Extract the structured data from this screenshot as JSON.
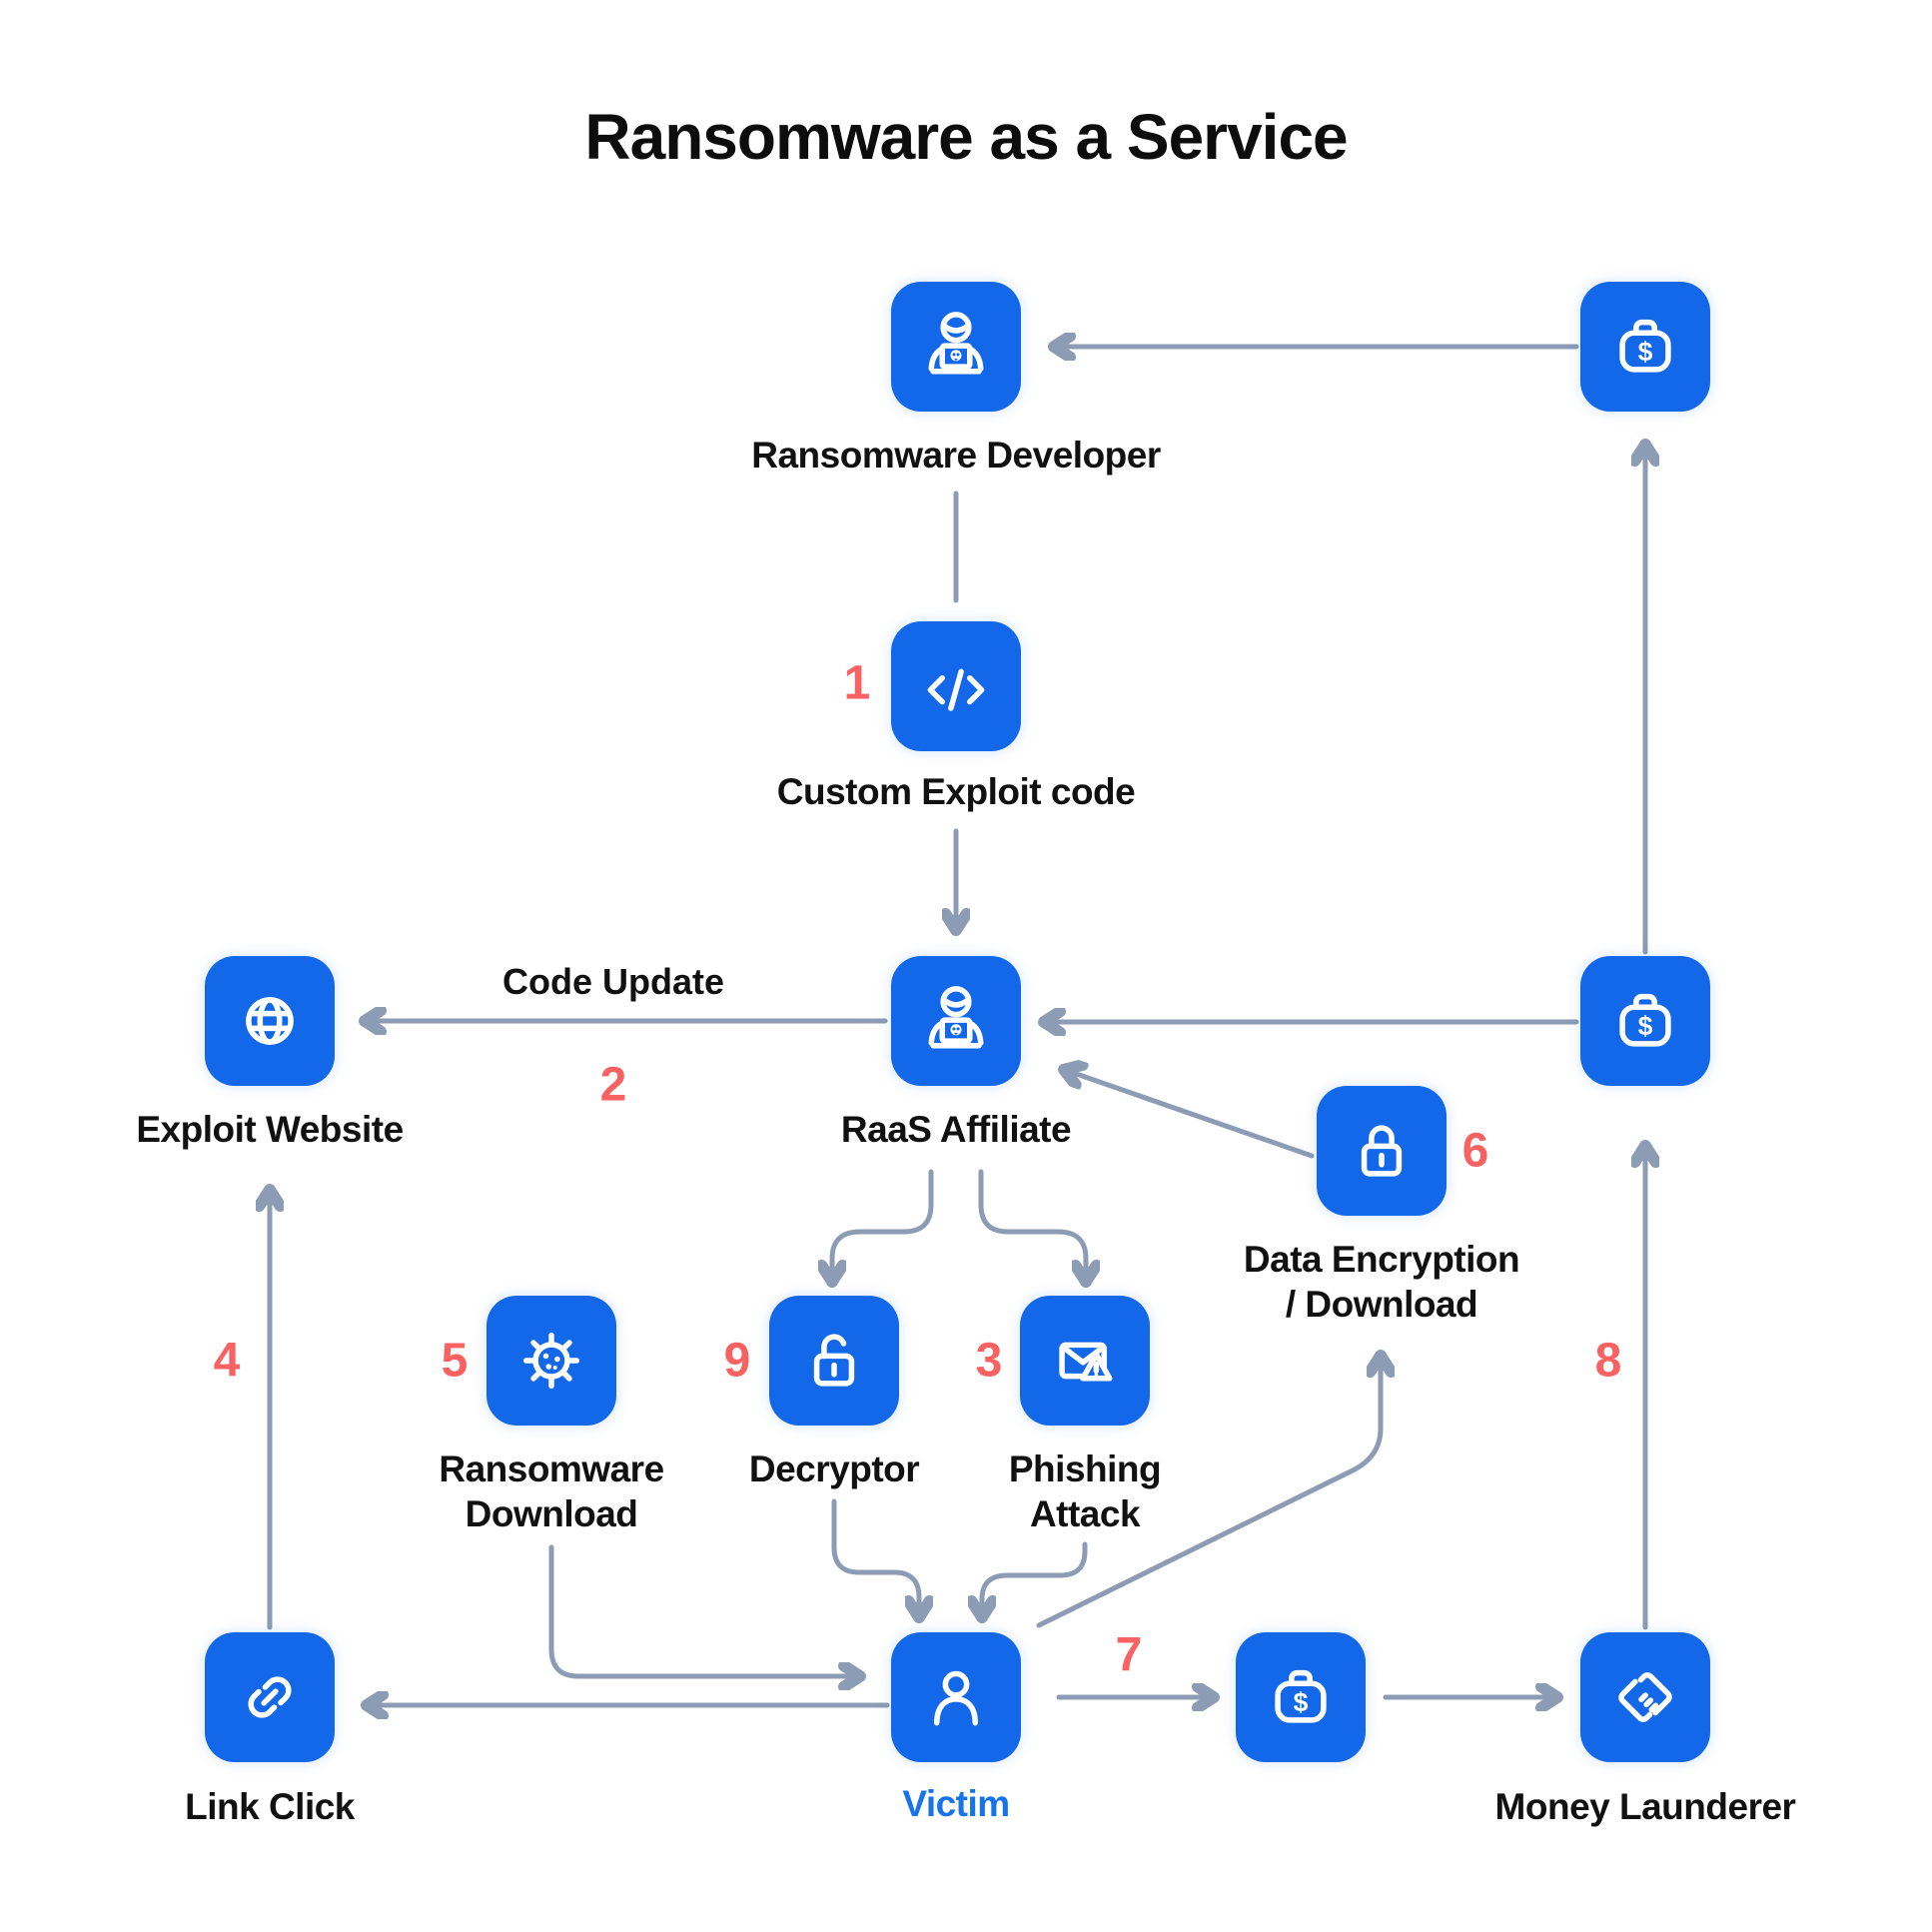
{
  "title": "Ransomware as a Service",
  "colors": {
    "accent_blue": "#1268E9",
    "arrow_gray": "#8C9CB4",
    "step_red": "#F96262",
    "victim_blue": "#1673E8",
    "text_black": "#111111",
    "background": "#FFFFFF"
  },
  "icons": {
    "dollar": "$"
  },
  "labels": {
    "developer": "Ransomware Developer",
    "exploit_code": "Custom Exploit code",
    "code_update": "Code Update",
    "exploit_website": "Exploit Website",
    "raas_affiliate": "RaaS Affiliate",
    "data_encryption_line1": "Data Encryption",
    "data_encryption_line2": "/ Download",
    "ransomware_download_line1": "Ransomware",
    "ransomware_download_line2": "Download",
    "decryptor": "Decryptor",
    "phishing_line1": "Phishing",
    "phishing_line2": "Attack",
    "link_click": "Link Click",
    "victim": "Victim",
    "money_launderer": "Money Launderer"
  },
  "steps": {
    "s1": "1",
    "s2": "2",
    "s3": "3",
    "s4": "4",
    "s5": "5",
    "s6": "6",
    "s7": "7",
    "s8": "8",
    "s9": "9"
  }
}
